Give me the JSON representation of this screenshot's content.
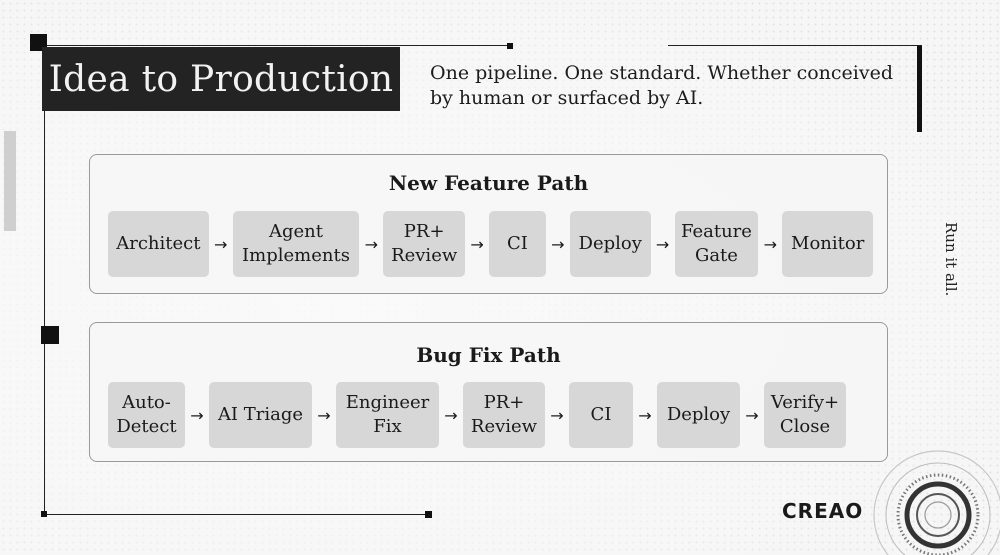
{
  "title": "Idea to Production",
  "subtitle": "One pipeline. One standard. Whether conceived by human or surfaced by AI.",
  "side_text": "Run it all.",
  "logo_text": "CREAO",
  "arrow_glyph": "→",
  "feature_path": {
    "title": "New Feature Path",
    "steps": [
      "Architect",
      "Agent\nImplements",
      "PR+\nReview",
      "CI",
      "Deploy",
      "Feature\nGate",
      "Monitor"
    ]
  },
  "bugfix_path": {
    "title": "Bug Fix Path",
    "steps": [
      "Auto-\nDetect",
      "AI Triage",
      "Engineer\nFix",
      "PR+\nReview",
      "CI",
      "Deploy",
      "Verify+\nClose"
    ]
  }
}
